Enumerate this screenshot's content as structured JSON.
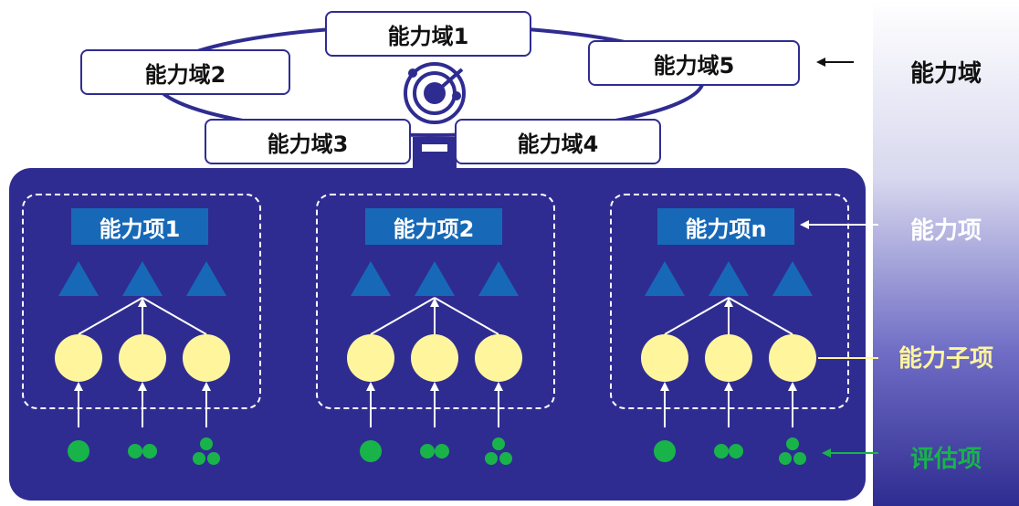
{
  "domains": [
    {
      "label": "能力域1"
    },
    {
      "label": "能力域2"
    },
    {
      "label": "能力域5"
    },
    {
      "label": "能力域3"
    },
    {
      "label": "能力域4"
    }
  ],
  "items": [
    {
      "label": "能力项1"
    },
    {
      "label": "能力项2"
    },
    {
      "label": "能力项n"
    }
  ],
  "legend": {
    "domain": "能力域",
    "item": "能力项",
    "subitem": "能力子项",
    "assessment": "评估项"
  },
  "colors": {
    "panel": "#2f2c91",
    "item_label": "#1769b8",
    "triangle": "#1769b8",
    "circle": "#fff59d",
    "dot": "#18b44a",
    "subitem_text": "#fff59d",
    "assessment_text": "#18b44a"
  }
}
